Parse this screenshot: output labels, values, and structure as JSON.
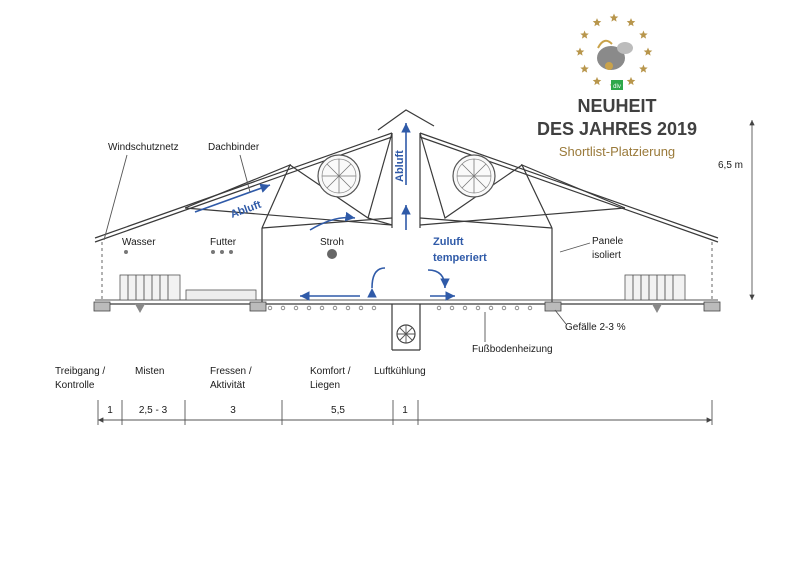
{
  "award": {
    "badge": "dlv",
    "line1": "NEUHEIT",
    "line2": "DES JAHRES 2019",
    "line3": "Shortlist-Platzierung",
    "star_color": "#b8964c",
    "badge_color": "#2fa84a"
  },
  "labels": {
    "windschutznetz": "Windschutznetz",
    "dachbinder": "Dachbinder",
    "abluft_left": "Abluft",
    "abluft_right": "Abluft",
    "wasser": "Wasser",
    "futter": "Futter",
    "stroh": "Stroh",
    "zuluft_1": "Zuluft",
    "zuluft_2": "temperiert",
    "panele_1": "Panele",
    "panele_2": "isoliert",
    "height": "6,5 m",
    "gefaelle": "Gefälle 2-3 %",
    "fussbodenheizung": "Fußbodenheizung"
  },
  "zones": [
    {
      "name_1": "Treibgang /",
      "name_2": "Kontrolle",
      "width": "1"
    },
    {
      "name_1": "Misten",
      "name_2": "",
      "width": "2,5 - 3"
    },
    {
      "name_1": "Fressen /",
      "name_2": "Aktivität",
      "width": "3"
    },
    {
      "name_1": "Komfort /",
      "name_2": "Liegen",
      "width": "5,5"
    },
    {
      "name_1": "Luftkühlung",
      "name_2": "",
      "width": "1"
    }
  ],
  "colors": {
    "air_arrow": "#2f5aa8",
    "structure": "#3a3a3a"
  }
}
